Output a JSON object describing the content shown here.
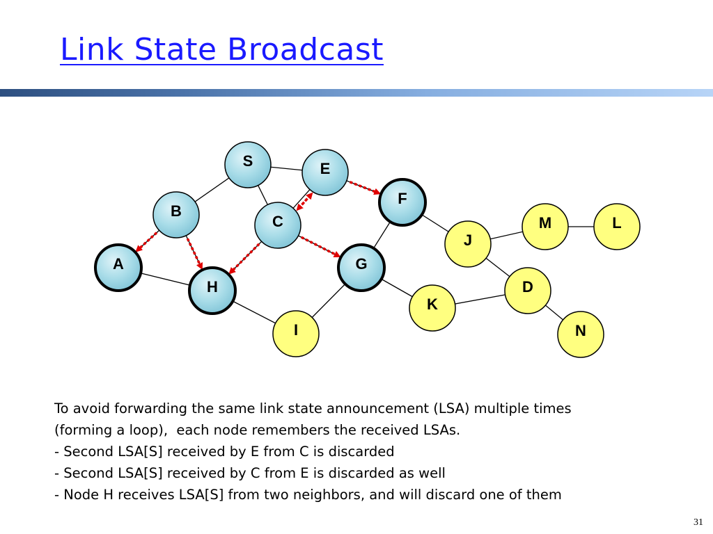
{
  "title": "Link State Broadcast",
  "colors": {
    "title": "#1a1aff",
    "lsa_arrow": "#e00000",
    "blue_node": "#a8dce8",
    "yellow_node": "#ffff80"
  },
  "nodes": [
    {
      "id": "S",
      "label": "S",
      "style": "blue"
    },
    {
      "id": "E",
      "label": "E",
      "style": "blue"
    },
    {
      "id": "F",
      "label": "F",
      "style": "blue-bold"
    },
    {
      "id": "B",
      "label": "B",
      "style": "blue"
    },
    {
      "id": "C",
      "label": "C",
      "style": "blue"
    },
    {
      "id": "A",
      "label": "A",
      "style": "blue-bold"
    },
    {
      "id": "H",
      "label": "H",
      "style": "blue-bold"
    },
    {
      "id": "G",
      "label": "G",
      "style": "blue-bold"
    },
    {
      "id": "I",
      "label": "I",
      "style": "yellow"
    },
    {
      "id": "K",
      "label": "K",
      "style": "yellow"
    },
    {
      "id": "J",
      "label": "J",
      "style": "yellow"
    },
    {
      "id": "M",
      "label": "M",
      "style": "yellow"
    },
    {
      "id": "L",
      "label": "L",
      "style": "yellow"
    },
    {
      "id": "D",
      "label": "D",
      "style": "yellow"
    },
    {
      "id": "N",
      "label": "N",
      "style": "yellow"
    }
  ],
  "links": [
    [
      "S",
      "E"
    ],
    [
      "S",
      "B"
    ],
    [
      "S",
      "C"
    ],
    [
      "E",
      "C"
    ],
    [
      "E",
      "F"
    ],
    [
      "B",
      "A"
    ],
    [
      "B",
      "H"
    ],
    [
      "A",
      "H"
    ],
    [
      "C",
      "H"
    ],
    [
      "C",
      "G"
    ],
    [
      "F",
      "G"
    ],
    [
      "F",
      "J"
    ],
    [
      "H",
      "I"
    ],
    [
      "G",
      "I"
    ],
    [
      "G",
      "K"
    ],
    [
      "J",
      "M"
    ],
    [
      "M",
      "L"
    ],
    [
      "J",
      "D"
    ],
    [
      "K",
      "D"
    ],
    [
      "D",
      "N"
    ]
  ],
  "lsa_arrows": [
    [
      "E",
      "F"
    ],
    [
      "B",
      "A"
    ],
    [
      "B",
      "H"
    ],
    [
      "C",
      "H"
    ],
    [
      "C",
      "G"
    ],
    [
      "E",
      "C"
    ],
    [
      "C",
      "E"
    ]
  ],
  "explanation_lines": [
    "To avoid forwarding the same link state announcement (LSA) multiple times",
    "(forming a loop),  each node remembers the received LSAs.",
    "- Second LSA[S] received by E from C is discarded",
    "- Second LSA[S] received by C from E is discarded as well",
    "- Node H receives LSA[S] from two neighbors, and will discard one of them"
  ],
  "page_number": "31"
}
